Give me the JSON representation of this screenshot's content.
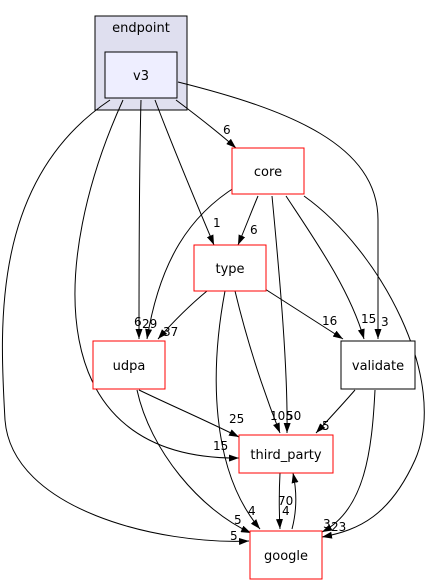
{
  "colors": {
    "cluster_fill": "#dfdfef",
    "cluster_stroke": "#000000",
    "current_node_fill": "#eeeeff",
    "node_stroke_red": "#ff0000",
    "node_stroke_black": "#000000",
    "edge": "#000000"
  },
  "cluster": {
    "label": "endpoint"
  },
  "nodes": {
    "v3": "v3",
    "core": "core",
    "type": "type",
    "udpa": "udpa",
    "validate": "validate",
    "third_party": "third_party",
    "google": "google"
  },
  "edges": [
    {
      "from": "v3",
      "to": "core",
      "label": "6"
    },
    {
      "from": "v3",
      "to": "type",
      "label": "1"
    },
    {
      "from": "v3",
      "to": "udpa",
      "label": "6"
    },
    {
      "from": "v3",
      "to": "validate",
      "label": "3"
    },
    {
      "from": "v3",
      "to": "third_party",
      "label": "15"
    },
    {
      "from": "v3",
      "to": "google",
      "label": "5"
    },
    {
      "from": "core",
      "to": "type",
      "label": "6"
    },
    {
      "from": "core",
      "to": "udpa",
      "label": "29"
    },
    {
      "from": "core",
      "to": "validate",
      "label": "15"
    },
    {
      "from": "core",
      "to": "third_party",
      "label": "50"
    },
    {
      "from": "core",
      "to": "google",
      "label": "23"
    },
    {
      "from": "type",
      "to": "udpa",
      "label": "37"
    },
    {
      "from": "type",
      "to": "validate",
      "label": "16"
    },
    {
      "from": "type",
      "to": "third_party",
      "label": "105"
    },
    {
      "from": "type",
      "to": "google",
      "label": "4"
    },
    {
      "from": "udpa",
      "to": "third_party",
      "label": "25"
    },
    {
      "from": "udpa",
      "to": "google",
      "label": "5"
    },
    {
      "from": "validate",
      "to": "third_party",
      "label": "5"
    },
    {
      "from": "validate",
      "to": "google",
      "label": "3"
    },
    {
      "from": "third_party",
      "to": "google",
      "label": "4"
    },
    {
      "from": "google",
      "to": "third_party",
      "label": "70"
    }
  ]
}
